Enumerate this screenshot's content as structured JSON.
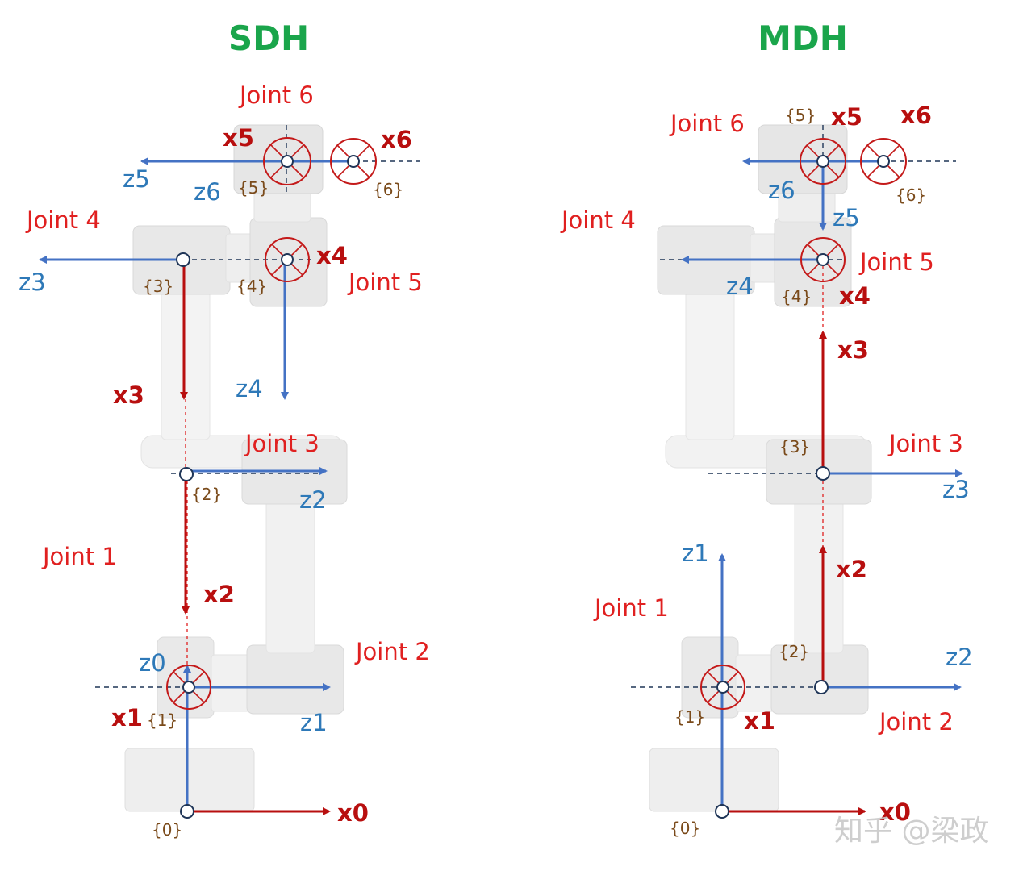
{
  "colors": {
    "title_green": "#1aa54b",
    "joint_red": "#e02020",
    "x_axis_red": "#b80f0f",
    "z_axis_blue": "#4472c4",
    "z_label_blue": "#2e79b8",
    "frame_brown": "#7a4a1a",
    "robot_gray": "#e8e8e8",
    "dash_navy": "#1f3557",
    "watermark_gray": "#c9c9c9"
  },
  "sdh": {
    "title": "SDH",
    "joints": {
      "j1": "Joint 1",
      "j2": "Joint 2",
      "j3": "Joint 3",
      "j4": "Joint 4",
      "j5": "Joint 5",
      "j6": "Joint 6"
    },
    "x_labels": {
      "x0": "x0",
      "x1": "x1",
      "x2": "x2",
      "x3": "x3",
      "x4": "x4",
      "x5": "x5",
      "x6": "x6"
    },
    "z_labels": {
      "z0": "z0",
      "z1": "z1",
      "z2": "z2",
      "z3": "z3",
      "z4": "z4",
      "z5": "z5",
      "z6": "z6"
    },
    "frames": {
      "f0": "{0}",
      "f1": "{1}",
      "f2": "{2}",
      "f3": "{3}",
      "f4": "{4}",
      "f5": "{5}",
      "f6": "{6}"
    }
  },
  "mdh": {
    "title": "MDH",
    "joints": {
      "j1": "Joint 1",
      "j2": "Joint 2",
      "j3": "Joint 3",
      "j4": "Joint 4",
      "j5": "Joint 5",
      "j6": "Joint 6"
    },
    "x_labels": {
      "x0": "x0",
      "x1": "x1",
      "x2": "x2",
      "x3": "x3",
      "x4": "x4",
      "x5": "x5",
      "x6": "x6"
    },
    "z_labels": {
      "z1": "z1",
      "z2": "z2",
      "z3": "z3",
      "z4": "z4",
      "z5": "z5",
      "z6": "z6"
    },
    "frames": {
      "f0": "{0}",
      "f1": "{1}",
      "f2": "{2}",
      "f3": "{3}",
      "f4": "{4}",
      "f5": "{5}",
      "f6": "{6}"
    }
  },
  "watermark": "知乎 @梁政"
}
